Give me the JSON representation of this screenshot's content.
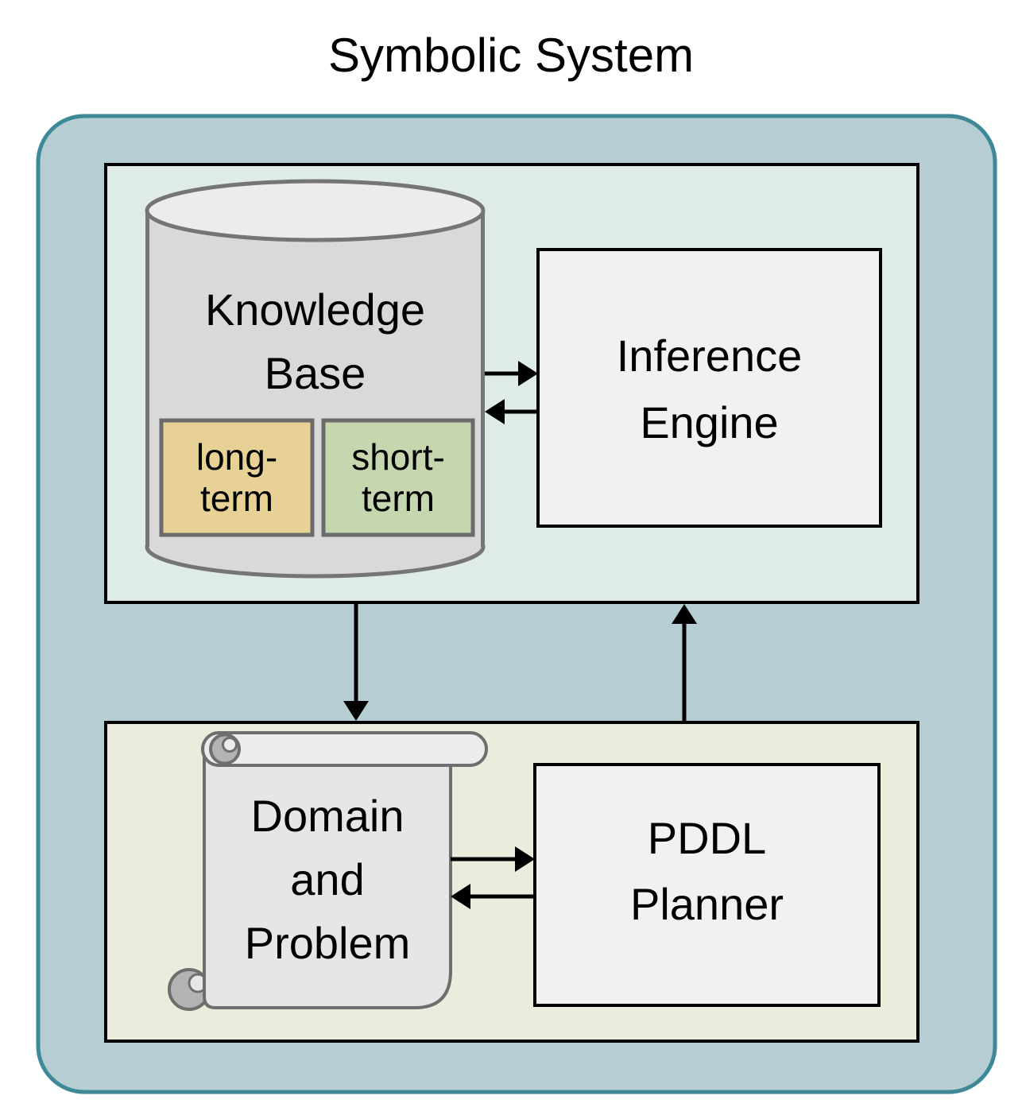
{
  "title": "Symbolic System",
  "nodes": {
    "knowledge_base": {
      "label": "Knowledge Base",
      "lines": [
        "Knowledge",
        "Base"
      ]
    },
    "long_term": {
      "label": "long-term",
      "lines": [
        "long-",
        "term"
      ]
    },
    "short_term": {
      "label": "short-term",
      "lines": [
        "short-",
        "term"
      ]
    },
    "inference_engine": {
      "label": "Inference Engine",
      "lines": [
        "Inference",
        "Engine"
      ]
    },
    "domain_problem": {
      "label": "Domain and Problem",
      "lines": [
        "Domain",
        "and",
        "Problem"
      ]
    },
    "pddl_planner": {
      "label": "PDDL Planner",
      "lines": [
        "PDDL",
        "Planner"
      ]
    }
  },
  "edges": [
    {
      "from": "knowledge-base",
      "to": "inference-engine",
      "direction": "right"
    },
    {
      "from": "inference-engine",
      "to": "knowledge-base",
      "direction": "left"
    },
    {
      "from": "top-panel",
      "to": "bottom-panel",
      "direction": "down"
    },
    {
      "from": "bottom-panel",
      "to": "top-panel",
      "direction": "up"
    },
    {
      "from": "domain-problem",
      "to": "pddl-planner",
      "direction": "right"
    },
    {
      "from": "pddl-planner",
      "to": "domain-problem",
      "direction": "left"
    }
  ],
  "colors": {
    "outer_fill": "#b6ced3",
    "outer_border": "#3e8897",
    "top_panel_fill": "#dfece5",
    "bottom_panel_fill": "#eaeddc",
    "panel_border": "#000000",
    "box_fill": "#f1f1f1",
    "box_border": "#000000",
    "cylinder_fill": "#d9d9d9",
    "cylinder_top_fill": "#ececec",
    "cylinder_border": "#757575",
    "long_term_fill": "#e7d194",
    "short_term_fill": "#c6d7af",
    "memory_box_border": "#6b6b6b",
    "scroll_fill": "#e6e6e6",
    "scroll_roll_fill": "#ececec",
    "scroll_border": "#6e6e6e",
    "scroll_curl_fill": "#b3b3b3",
    "arrow": "#000000"
  }
}
